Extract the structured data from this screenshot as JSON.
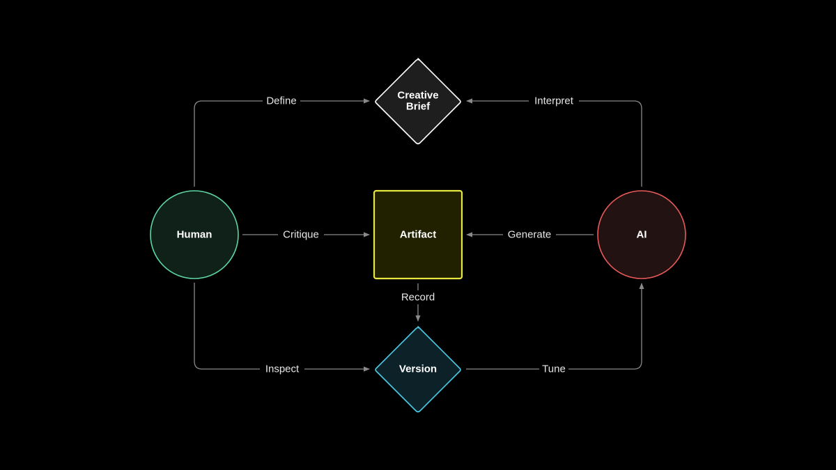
{
  "nodes": {
    "creative_brief": {
      "label_line1": "Creative",
      "label_line2": "Brief",
      "fill": "#1e1e1e",
      "stroke": "#ffffff"
    },
    "human": {
      "label": "Human",
      "fill": "#0f2119",
      "stroke": "#5ed6a4"
    },
    "artifact": {
      "label": "Artifact",
      "fill": "#212100",
      "stroke": "#e8e842"
    },
    "ai": {
      "label": "AI",
      "fill": "#231212",
      "stroke": "#e85a5a"
    },
    "version": {
      "label": "Version",
      "fill": "#0c2228",
      "stroke": "#49cbe6"
    }
  },
  "edges": {
    "define": "Define",
    "interpret": "Interpret",
    "critique": "Critique",
    "generate": "Generate",
    "record": "Record",
    "inspect": "Inspect",
    "tune": "Tune"
  },
  "edge_color": "#8a8a8a"
}
